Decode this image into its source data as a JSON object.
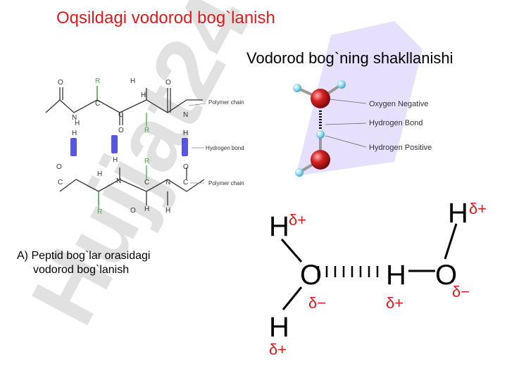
{
  "slide": {
    "title": "Oqsildagi vodorod bog`lanish",
    "subtitle": "Vodorod bog`ning shakllanishi",
    "caption_line1": "A) Peptid bog`lar orasidagi",
    "caption_line2": "vodorod bog`lanish"
  },
  "watermark": {
    "text": "Hujjat24",
    "color": "#c9c9c9",
    "accent": "#b9a6f5"
  },
  "peptide_diagram": {
    "polymer_chain_top": "Polymer chain",
    "hydrogen_bond": "Hydrogen bond",
    "polymer_chain_bottom": "Polymer chain"
  },
  "molecule_diagram": {
    "oxygen_negative": "Oxygen Negative",
    "hydrogen_bond": "Hydrogen Bond",
    "hydrogen_positive": "Hydrogen Positive"
  },
  "water_diagram": {
    "h": "H",
    "o": "O",
    "delta_plus": "δ+",
    "delta_minus": "δ−"
  },
  "colors": {
    "title": "#e01a1a",
    "delta": "#e01a1a",
    "bond_blue": "#3a3ad8",
    "atom_red": "#d42020",
    "atom_cyan": "#8fd8ef"
  }
}
